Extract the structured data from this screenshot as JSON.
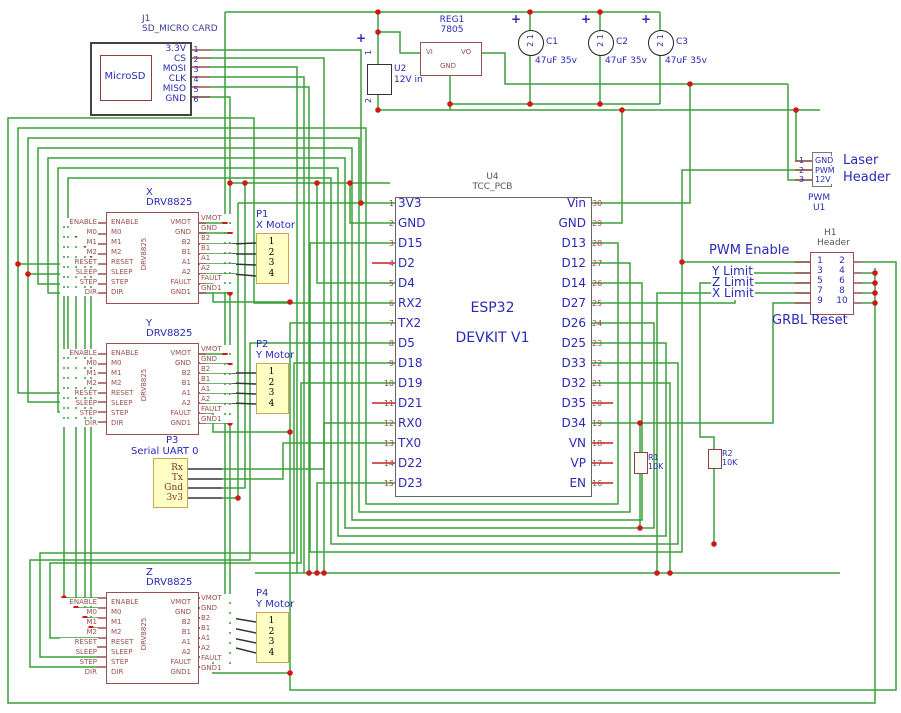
{
  "sd": {
    "ref": "J1",
    "name": "SD_MICRO CARD",
    "chip_label": "MicroSD",
    "pins": [
      {
        "num": "1",
        "label": "3.3V"
      },
      {
        "num": "2",
        "label": "CS"
      },
      {
        "num": "3",
        "label": "MOSI"
      },
      {
        "num": "4",
        "label": "CLK"
      },
      {
        "num": "5",
        "label": "MISO"
      },
      {
        "num": "6",
        "label": "GND"
      }
    ]
  },
  "u2": {
    "ref": "U2",
    "value": "12V in",
    "pin1": "1",
    "pin2": "2",
    "plus": "+"
  },
  "reg": {
    "ref": "REG1",
    "value": "7805",
    "vi": "VI",
    "vo": "VO",
    "gnd": "GND"
  },
  "caps": [
    {
      "ref": "C1",
      "value": "47uF 35v"
    },
    {
      "ref": "C2",
      "value": "47uF 35v"
    },
    {
      "ref": "C3",
      "value": "47uF 35v"
    }
  ],
  "cap_common": {
    "plus": "+",
    "rot_pins": "2 1"
  },
  "laser": {
    "nums": [
      "1",
      "2",
      "3"
    ],
    "pins": [
      "GND",
      "PWM",
      "12V"
    ],
    "title1": "Laser",
    "title2": "Header",
    "sub1": "PWM",
    "sub2": "U1"
  },
  "esp32": {
    "ref": "U4",
    "footprint": "TCC_PCB",
    "line1": "ESP32",
    "line2": "DEVKIT V1",
    "left": [
      {
        "num": "1",
        "label": "3V3"
      },
      {
        "num": "2",
        "label": "GND"
      },
      {
        "num": "3",
        "label": "D15"
      },
      {
        "num": "4",
        "label": "D2"
      },
      {
        "num": "5",
        "label": "D4"
      },
      {
        "num": "6",
        "label": "RX2"
      },
      {
        "num": "7",
        "label": "TX2"
      },
      {
        "num": "8",
        "label": "D5"
      },
      {
        "num": "9",
        "label": "D18"
      },
      {
        "num": "10",
        "label": "D19"
      },
      {
        "num": "11",
        "label": "D21"
      },
      {
        "num": "12",
        "label": "RX0"
      },
      {
        "num": "13",
        "label": "TX0"
      },
      {
        "num": "14",
        "label": "D22"
      },
      {
        "num": "15",
        "label": "D23"
      }
    ],
    "right": [
      {
        "num": "30",
        "label": "Vin"
      },
      {
        "num": "29",
        "label": "GND"
      },
      {
        "num": "28",
        "label": "D13"
      },
      {
        "num": "27",
        "label": "D12"
      },
      {
        "num": "26",
        "label": "D14"
      },
      {
        "num": "25",
        "label": "D27"
      },
      {
        "num": "24",
        "label": "D26"
      },
      {
        "num": "23",
        "label": "D25"
      },
      {
        "num": "22",
        "label": "D33"
      },
      {
        "num": "21",
        "label": "D32"
      },
      {
        "num": "20",
        "label": "D35"
      },
      {
        "num": "19",
        "label": "D34"
      },
      {
        "num": "18",
        "label": "VN"
      },
      {
        "num": "17",
        "label": "VP"
      },
      {
        "num": "16",
        "label": "EN"
      }
    ]
  },
  "drivers": [
    {
      "ref": "X",
      "part": "DRV8825"
    },
    {
      "ref": "Y",
      "part": "DRV8825"
    },
    {
      "ref": "Z",
      "part": "DRV8825"
    }
  ],
  "drv": {
    "vertical": "DRV8825",
    "left": [
      "ENABLE",
      "M0",
      "M1",
      "M2",
      "RESET",
      "SLEEP",
      "STEP",
      "DIR"
    ],
    "right": [
      "VMOT",
      "GND",
      "B2",
      "B1",
      "A1",
      "A2",
      "FAULT",
      "GND1"
    ]
  },
  "motors": [
    {
      "ref": "P1",
      "name": "X Motor"
    },
    {
      "ref": "P2",
      "name": "Y Motor"
    },
    {
      "ref": "P4",
      "name": "Y Motor"
    }
  ],
  "motor_pins": [
    "1",
    "2",
    "3",
    "4"
  ],
  "p3": {
    "ref": "P3",
    "name": "Serial UART 0",
    "pins": [
      "Rx",
      "Tx",
      "Gnd",
      "3v3"
    ]
  },
  "h1": {
    "ref": "H1",
    "name": "Header",
    "left_nums": [
      "1",
      "3",
      "5",
      "7",
      "9"
    ],
    "right_nums": [
      "2",
      "4",
      "6",
      "8",
      "10"
    ],
    "labels": {
      "pwm": "PWM Enable",
      "ylimit": "Y Limit",
      "zlimit": "Z Limit",
      "xlimit": "X Limit",
      "grbl": "GRBL Reset"
    }
  },
  "resistors": [
    {
      "ref": "R1",
      "value": "10K"
    },
    {
      "ref": "R2",
      "value": "10K"
    }
  ],
  "colors": {
    "wire": "#3aa03a",
    "junction": "#d01818",
    "outline": "#9a5050",
    "label": "#2a2ab8"
  }
}
